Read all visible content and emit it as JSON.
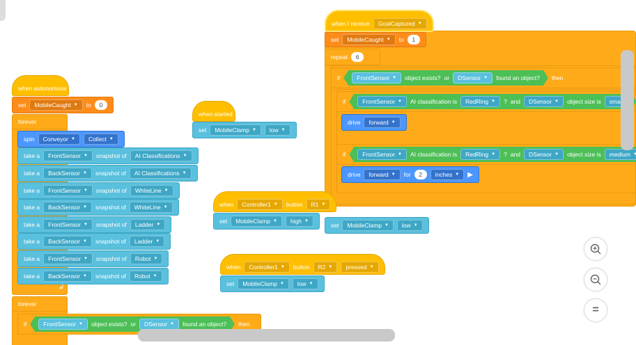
{
  "blocks": {
    "when_receive": {
      "label": "when I receive",
      "message": "GoalCaptured"
    },
    "set_caught_1": {
      "set": "set",
      "var": "MobileCaught",
      "to": "to",
      "value": "1"
    },
    "repeat": {
      "label": "repeat",
      "count": "6"
    },
    "if1": {
      "if": "if",
      "s1": "FrontSensor",
      "obj": "object exists?",
      "or": "or",
      "s2": "DSensor",
      "found": "found an object?",
      "then": "then"
    },
    "if2": {
      "if": "if",
      "s1": "FrontSensor",
      "ai": "AI classification is",
      "v": "RedRing",
      "q": "?",
      "and": "and",
      "s2": "DSensor",
      "size": "object size is",
      "sz": "small"
    },
    "drive1": {
      "drive": "drive",
      "dir": "forward"
    },
    "if3": {
      "if": "if",
      "s1": "FrontSensor",
      "ai": "AI classification is",
      "v": "RedRing",
      "q": "?",
      "and": "and",
      "s2": "DSensor",
      "size": "object size is",
      "sz": "medium"
    },
    "drive2": {
      "drive": "drive",
      "dir": "forward",
      "for": "for",
      "n": "2",
      "unit": "inches"
    },
    "set_clamp_low_r": {
      "set": "set",
      "var": "MobileClamp",
      "val": "low"
    },
    "auton": {
      "label": "when autonomous"
    },
    "set_caught_0": {
      "set": "set",
      "var": "MobileCaught",
      "to": "to",
      "value": "0"
    },
    "forever": {
      "label": "forever"
    },
    "spin": {
      "spin": "spin",
      "motor": "Conveyor",
      "dir": "Collect"
    },
    "snapshots": [
      {
        "take": "take a",
        "sensor": "BackSensor",
        "snap": "snapshot of",
        "target": "AI Classifications"
      },
      {
        "take": "take a",
        "sensor": "FrontSensor",
        "snap": "snapshot of",
        "target": "WhiteLine"
      },
      {
        "take": "take a",
        "sensor": "BackSensor",
        "snap": "snapshot of",
        "target": "WhiteLine"
      },
      {
        "take": "take a",
        "sensor": "FrontSensor",
        "snap": "snapshot of",
        "target": "Ladder"
      },
      {
        "take": "take a",
        "sensor": "BackSensor",
        "snap": "snapshot of",
        "target": "Ladder"
      },
      {
        "take": "take a",
        "sensor": "FrontSensor",
        "snap": "snapshot of",
        "target": "Robot"
      },
      {
        "take": "take a",
        "sensor": "BackSensor",
        "snap": "snapshot of",
        "target": "Robot"
      }
    ],
    "snap_first": {
      "take": "take a",
      "sensor": "FrontSensor",
      "snap": "snapshot of",
      "target": "AI Classifications"
    },
    "forever2": {
      "label": "forever"
    },
    "if4": {
      "if": "if",
      "s1": "FrontSensor",
      "obj": "object exists?",
      "or": "or",
      "s2": "DSensor",
      "found": "found an object?",
      "then": "then"
    },
    "started": {
      "label": "when started"
    },
    "set_clamp_low": {
      "set": "set",
      "var": "MobileClamp",
      "val": "low"
    },
    "r1": {
      "when": "when",
      "ctrl": "Controller1",
      "button": "button",
      "btn": "R1"
    },
    "set_clamp_high": {
      "set": "set",
      "var": "MobileClamp",
      "val": "high"
    },
    "r2": {
      "when": "when",
      "ctrl": "Controller1",
      "button": "button",
      "btn": "R2",
      "state": "pressed"
    },
    "set_clamp_low2": {
      "set": "set",
      "var": "MobileClamp",
      "val": "low"
    }
  },
  "zoom": {
    "in": "+",
    "out": "−",
    "reset": "="
  },
  "colors": {
    "event": "#ffbf00",
    "control": "#ffab19",
    "variable": "#ff8c1a",
    "sensing": "#59c0de",
    "motion": "#4c97ff",
    "operator": "#4cbf56"
  }
}
